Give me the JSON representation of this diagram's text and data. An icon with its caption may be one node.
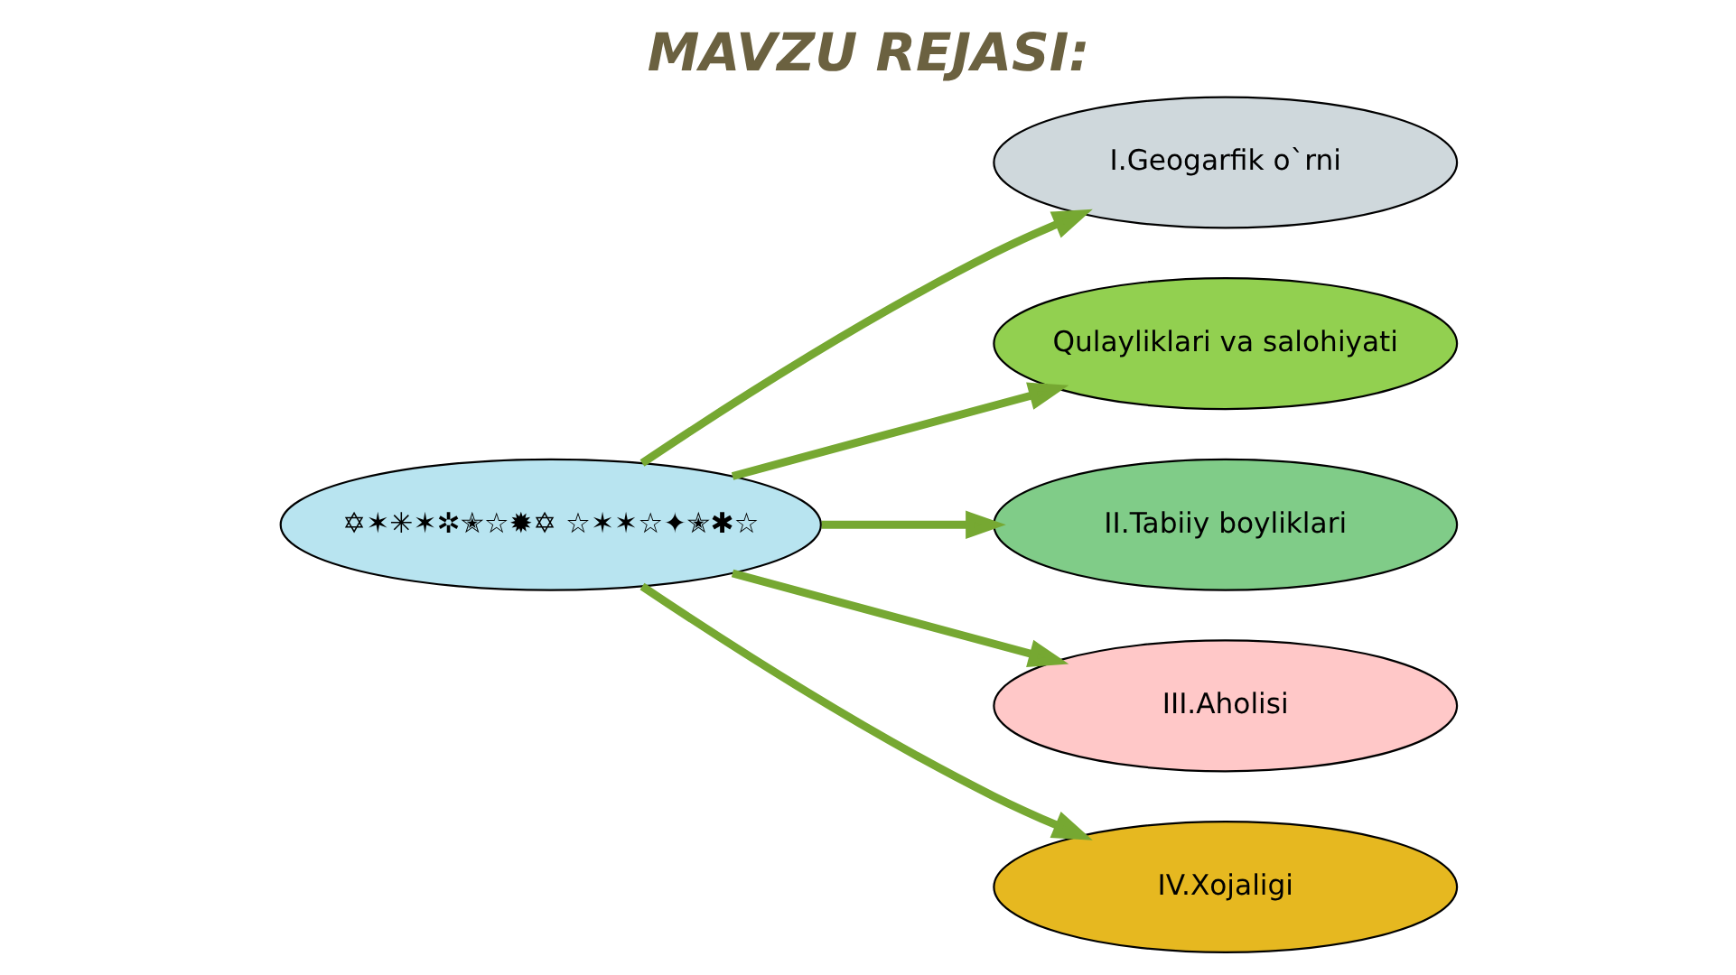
{
  "diagram": {
    "title": "MAVZU REJASI:",
    "nodes": [
      {
        "text": [
          "I.Geogarfik o`rni"
        ]
      },
      {
        "text": [
          "Qulayliklari va salohiyati"
        ]
      },
      {
        "text": [
          "II.Tabiiy boyliklari"
        ]
      },
      {
        "text": [
          "✡✶✳✶✲✭☆✹✡ ☆✶✶☆✦✭✱☆"
        ]
      },
      {
        "text": [
          "III.Aholisi"
        ]
      },
      {
        "text": [
          "IV.Xojaligi"
        ]
      }
    ],
    "edges": [
      {
        "from": 3,
        "to": 0,
        "arrow": "to"
      },
      {
        "from": 3,
        "to": 1,
        "arrow": "to"
      },
      {
        "from": 3,
        "to": 2,
        "arrow": "to"
      },
      {
        "from": 3,
        "to": 4,
        "arrow": "to"
      },
      {
        "from": 3,
        "to": 5,
        "arrow": "to"
      }
    ]
  }
}
